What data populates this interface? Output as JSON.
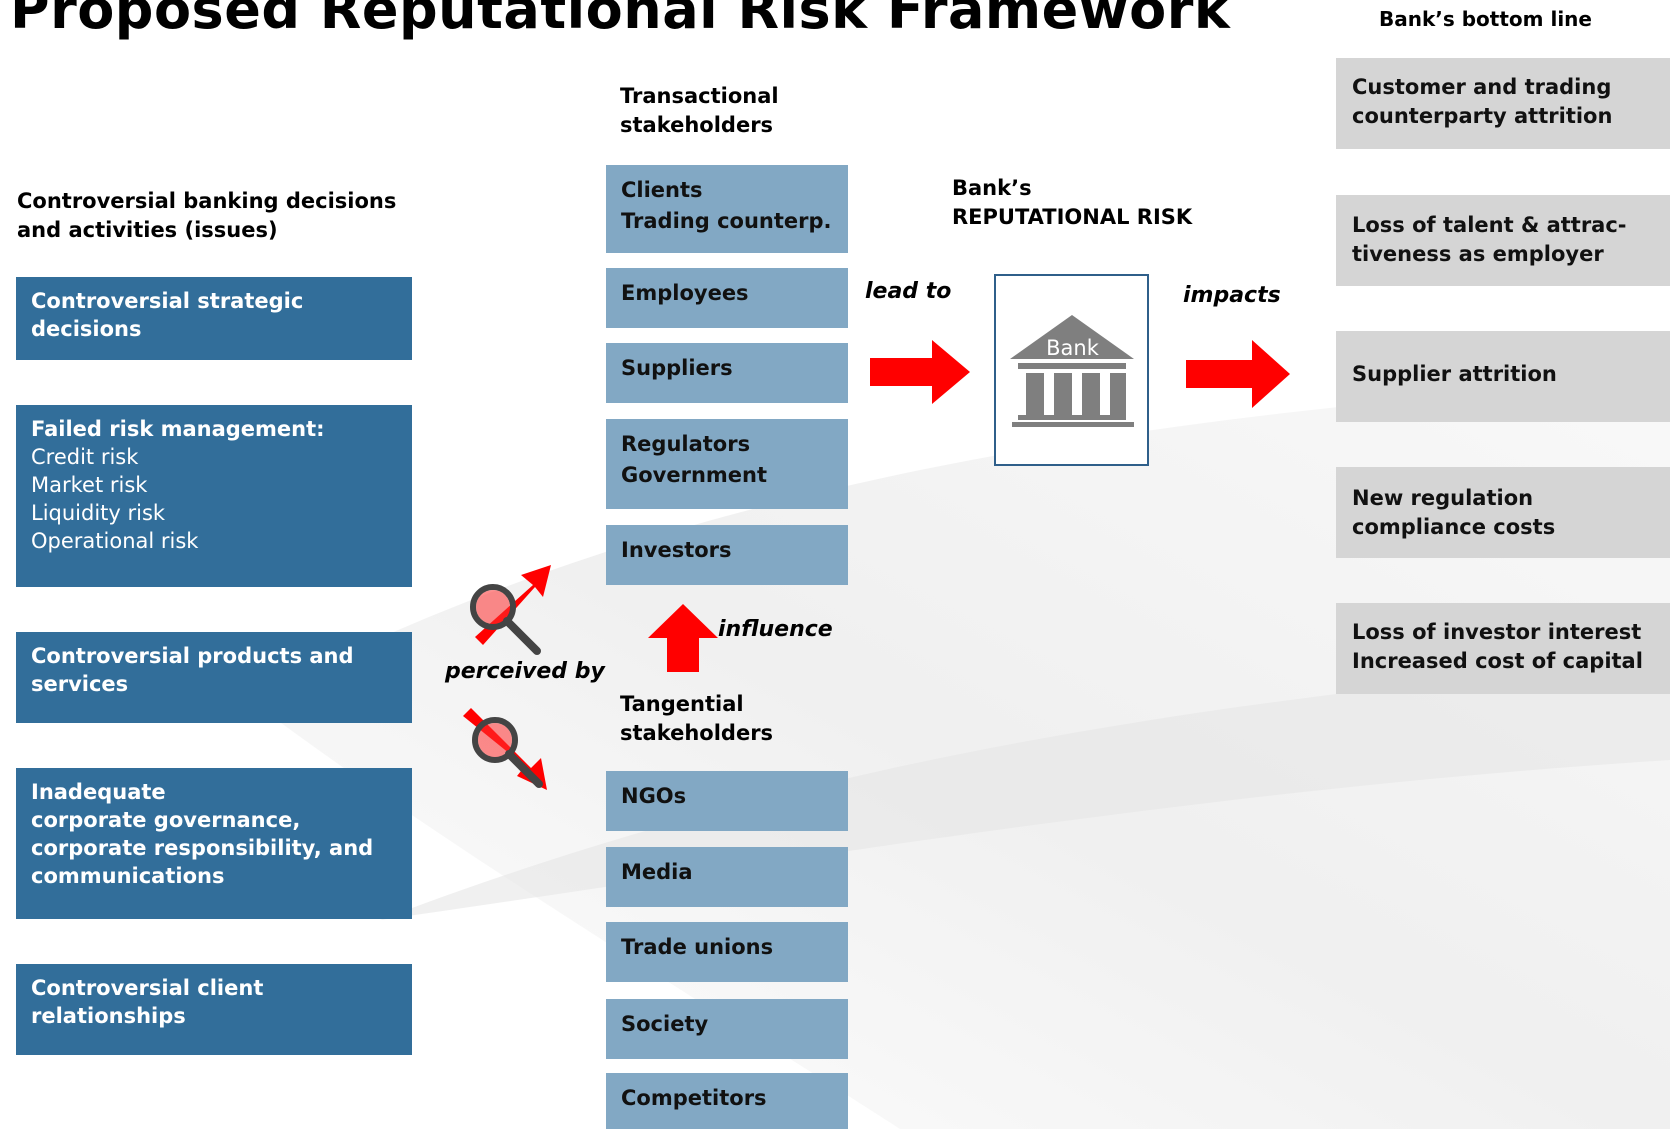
{
  "title": "Proposed Reputational Risk Framework",
  "left_column": {
    "header": [
      "Controversial banking decisions",
      "and activities (issues)"
    ],
    "issues": [
      {
        "bold": [
          "Controversial strategic decisions"
        ],
        "light": []
      },
      {
        "bold": [
          "Failed  risk management:"
        ],
        "light": [
          "Credit risk",
          "Market risk",
          "Liquidity risk",
          "Operational risk"
        ]
      },
      {
        "bold": [
          "Controversial products and",
          "services"
        ],
        "light": []
      },
      {
        "bold": [
          "Inadequate",
          "corporate governance,",
          "corporate responsibility, and",
          "communications"
        ],
        "light": []
      },
      {
        "bold": [
          "Controversial client",
          "relationships"
        ],
        "light": []
      }
    ]
  },
  "perceived_by_label": "perceived by",
  "middle_column": {
    "transactional_header": [
      "Transactional",
      "stakeholders"
    ],
    "transactional": [
      [
        "Clients",
        "Trading counterp."
      ],
      [
        "Employees"
      ],
      [
        "Suppliers"
      ],
      [
        "Regulators",
        "Government"
      ],
      [
        "Investors"
      ]
    ],
    "influence_label": "influence",
    "tangential_header": [
      "Tangential",
      "stakeholders"
    ],
    "tangential": [
      [
        "NGOs"
      ],
      [
        "Media"
      ],
      [
        "Trade unions"
      ],
      [
        "Society"
      ],
      [
        "Competitors"
      ]
    ]
  },
  "center": {
    "lead_to_label": "lead to",
    "header": [
      "Bank’s",
      "REPUTATIONAL RISK"
    ],
    "bank_icon_text": "Bank",
    "impacts_label": "impacts"
  },
  "right_column": {
    "header": "Bank’s bottom line",
    "impacts": [
      [
        "Customer and trading",
        "counterparty attrition"
      ],
      [
        "Loss of talent & attrac-",
        "tiveness as employer"
      ],
      [
        "Supplier attrition"
      ],
      [
        "New regulation",
        "compliance costs"
      ],
      [
        "Loss of investor interest",
        "Increased cost of capital"
      ]
    ]
  },
  "colors": {
    "issue_box": "#326e9a",
    "stakeholder_box": "#82a8c4",
    "impact_box": "#d5d5d5",
    "arrow": "#ff0000",
    "bank_icon": "#7f7f7f"
  },
  "icons": [
    "magnifier-arrow-up-icon",
    "magnifier-arrow-down-icon",
    "arrow-up-icon",
    "arrow-right-icon",
    "bank-building-icon"
  ]
}
